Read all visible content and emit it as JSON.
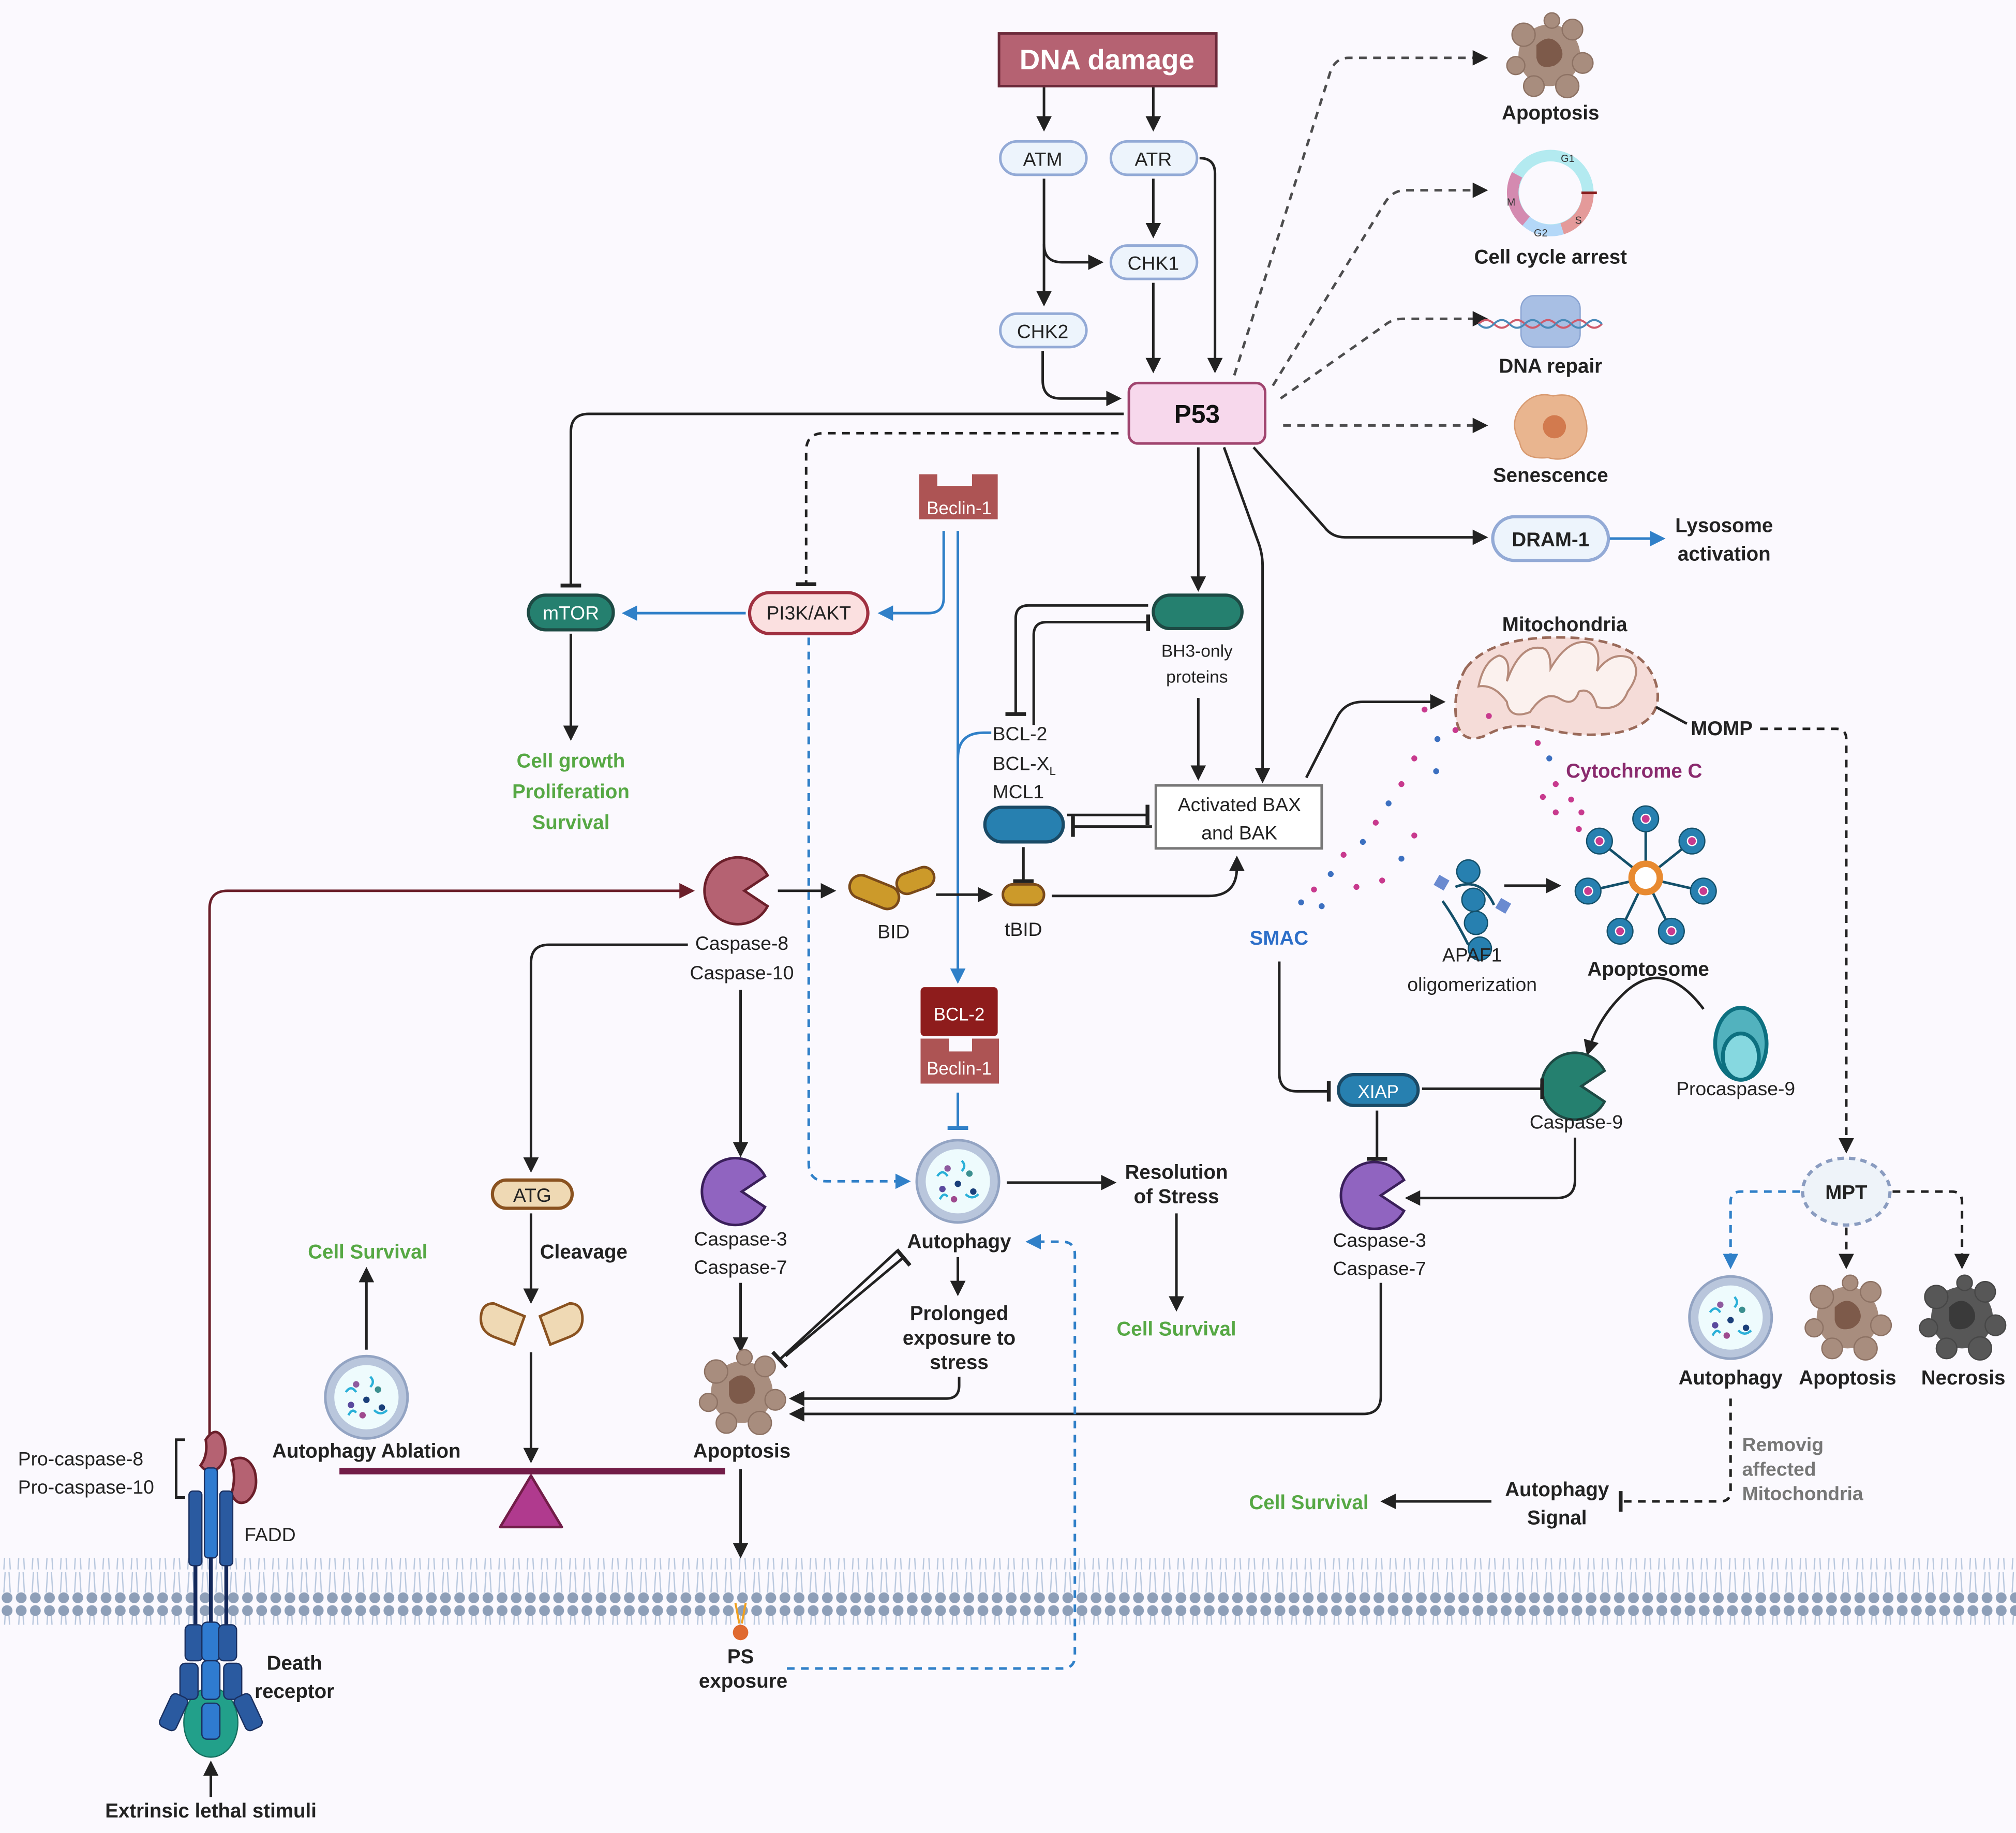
{
  "title": "p53-mediated DNA damage response, apoptosis and autophagy crosstalk",
  "colors": {
    "background": "#fbf9fe",
    "dna_damage": "#b56272",
    "p53_fill": "#f7d8ec",
    "p53_stroke": "#a0456f",
    "kinase_fill": "#edf4fc",
    "kinase_stroke": "#93aad6",
    "survival_green": "#56a844",
    "inhibit_blue": "#3080c8",
    "cytochrome_c": "#8a2a6e",
    "smac": "#2c6ec8",
    "mtor": "#25806f",
    "bcl2_dark": "#8e1c1c",
    "beclin": "#ad5454"
  },
  "top": {
    "dna_damage": "DNA damage",
    "atm": "ATM",
    "atr": "ATR",
    "chk1": "CHK1",
    "chk2": "CHK2",
    "p53": "P53"
  },
  "outcomes": {
    "apoptosis": "Apoptosis",
    "cell_cycle_arrest": "Cell cycle arrest",
    "dna_repair": "DNA repair",
    "senescence": "Senescence",
    "cycle_phases": {
      "g1": "G1",
      "s": "S",
      "g2": "G2",
      "m": "M"
    }
  },
  "dram": {
    "dram1": "DRAM-1",
    "lysosome_line1": "Lysosome",
    "lysosome_line2": "activation"
  },
  "survival_pathway": {
    "mtor": "mTOR",
    "pi3k_akt": "PI3K/AKT",
    "beclin1_top": "Beclin-1",
    "cell_growth": "Cell growth",
    "proliferation": "Proliferation",
    "survival": "Survival"
  },
  "bcl": {
    "bh3_line1": "BH3-only",
    "bh3_line2": "proteins",
    "bcl2": "BCL-2",
    "bclxl": "BCL-X",
    "bclxl_sub": "L",
    "mcl1": "MCL1",
    "bax_line1": "Activated BAX",
    "bax_line2": "and BAK",
    "bid": "BID",
    "tbid": "tBID"
  },
  "mito": {
    "mitochondria": "Mitochondria",
    "momp": "MOMP",
    "cytochrome_c": "Cytochrome C",
    "smac": "SMAC",
    "apaf1_line1": "APAF1",
    "apaf1_line2": "oligomerization",
    "apoptosome": "Apoptosome",
    "procaspase9": "Procaspase-9",
    "caspase9": "Caspase-9",
    "xiap": "XIAP",
    "caspase3_right": "Caspase-3",
    "caspase7_right": "Caspase-7"
  },
  "mpt": {
    "mpt": "MPT",
    "autophagy": "Autophagy",
    "apoptosis": "Apoptosis",
    "necrosis": "Necrosis",
    "removing_line1": "Removig",
    "removing_line2": "affected",
    "removing_line3": "Mitochondria",
    "autophagy_signal_line1": "Autophagy",
    "autophagy_signal_line2": "Signal",
    "cell_survival": "Cell Survival"
  },
  "extrinsic": {
    "caspase8": "Caspase-8",
    "caspase10": "Caspase-10",
    "caspase3": "Caspase-3",
    "caspase7": "Caspase-7",
    "atg": "ATG",
    "cleavage": "Cleavage",
    "cell_survival": "Cell Survival",
    "autophagy_ablation": "Autophagy Ablation",
    "apoptosis": "Apoptosis",
    "pro_caspase8": "Pro-caspase-8",
    "pro_caspase10": "Pro-caspase-10",
    "fadd": "FADD",
    "death_line1": "Death",
    "death_line2": "receptor",
    "extrinsic_stimuli": "Extrinsic lethal stimuli",
    "ps_line1": "PS",
    "ps_line2": "exposure"
  },
  "autophagy_center": {
    "bcl2": "BCL-2",
    "beclin1": "Beclin-1",
    "autophagy": "Autophagy",
    "resolution_line1": "Resolution",
    "resolution_line2": "of Stress",
    "cell_survival": "Cell Survival",
    "prolonged_line1": "Prolonged",
    "prolonged_line2": "exposure to",
    "prolonged_line3": "stress"
  }
}
